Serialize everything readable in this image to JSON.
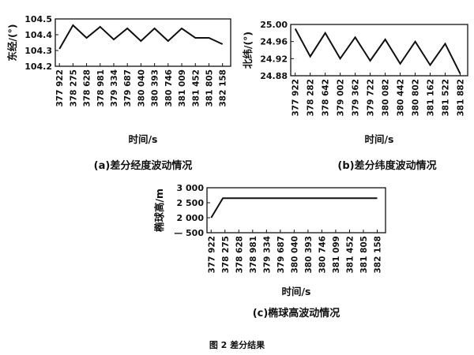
{
  "figure_caption": "图 2  差分结果",
  "chart_data": [
    {
      "id": "a",
      "type": "line",
      "caption": "(a)差分经度波动情况",
      "xlabel": "时间/s",
      "ylabel": "东经/(°)",
      "ylim": [
        104.2,
        104.5
      ],
      "yticks": [
        104.2,
        104.3,
        104.4,
        104.5
      ],
      "ytick_labels": [
        "104.2",
        "104.3",
        "104.4",
        "104.5"
      ],
      "categories": [
        "377 922",
        "378 275",
        "378 628",
        "378 981",
        "379 334",
        "379 687",
        "380 040",
        "380 393",
        "380 746",
        "381 009",
        "381 452",
        "381 805",
        "382 158"
      ],
      "x_positions": [
        0,
        1,
        2,
        3,
        4,
        5,
        6,
        7,
        8,
        9,
        10,
        11,
        12
      ],
      "x_range": [
        -0.3,
        12.6
      ],
      "series": [
        {
          "x": [
            0,
            1,
            2,
            3,
            4,
            5,
            6,
            7,
            8,
            9,
            10,
            11,
            12
          ],
          "values": [
            104.31,
            104.46,
            104.38,
            104.45,
            104.37,
            104.44,
            104.36,
            104.44,
            104.36,
            104.44,
            104.38,
            104.38,
            104.34
          ]
        }
      ]
    },
    {
      "id": "b",
      "type": "line",
      "caption": "(b)差分纬度波动情况",
      "xlabel": "时间/s",
      "ylabel": "北纬/(°)",
      "ylim": [
        24.88,
        25.0
      ],
      "yticks": [
        24.88,
        24.92,
        24.96,
        25.0
      ],
      "ytick_labels": [
        "24.88",
        "24.92",
        "24.96",
        "25.00"
      ],
      "categories": [
        "377 922",
        "378 282",
        "378 642",
        "379 002",
        "379 362",
        "379 722",
        "380 082",
        "380 442",
        "380 802",
        "381 162",
        "381 522",
        "381 882"
      ],
      "x_positions": [
        0,
        1,
        2,
        3,
        4,
        5,
        6,
        7,
        8,
        9,
        10,
        11
      ],
      "x_range": [
        -0.3,
        11.5
      ],
      "series": [
        {
          "x": [
            0,
            1,
            2,
            3,
            4,
            5,
            6,
            7,
            8,
            9,
            10,
            11
          ],
          "values": [
            24.99,
            24.925,
            24.98,
            24.92,
            24.97,
            24.915,
            24.965,
            24.908,
            24.96,
            24.905,
            24.955,
            24.885
          ]
        }
      ]
    },
    {
      "id": "c",
      "type": "line",
      "caption": "(c)椭球高波动情况",
      "xlabel": "时间/s",
      "ylabel": "椭球高/m",
      "ylim": [
        1500,
        3000
      ],
      "yticks": [
        1500,
        2000,
        2500,
        3000
      ],
      "ytick_labels": [
        "— 500",
        "2 000",
        "2 500",
        "3 000"
      ],
      "categories": [
        "377 922",
        "378 275",
        "378 628",
        "378 981",
        "379 334",
        "379 687",
        "380 040",
        "380 393",
        "380 746",
        "381 099",
        "381 452",
        "381 805",
        "382 158"
      ],
      "x_positions": [
        0,
        1,
        2,
        3,
        4,
        5,
        6,
        7,
        8,
        9,
        10,
        11,
        12
      ],
      "x_range": [
        -0.3,
        12.6
      ],
      "series": [
        {
          "x": [
            0,
            0.85,
            12
          ],
          "values": [
            2000,
            2650,
            2650
          ]
        }
      ]
    }
  ]
}
